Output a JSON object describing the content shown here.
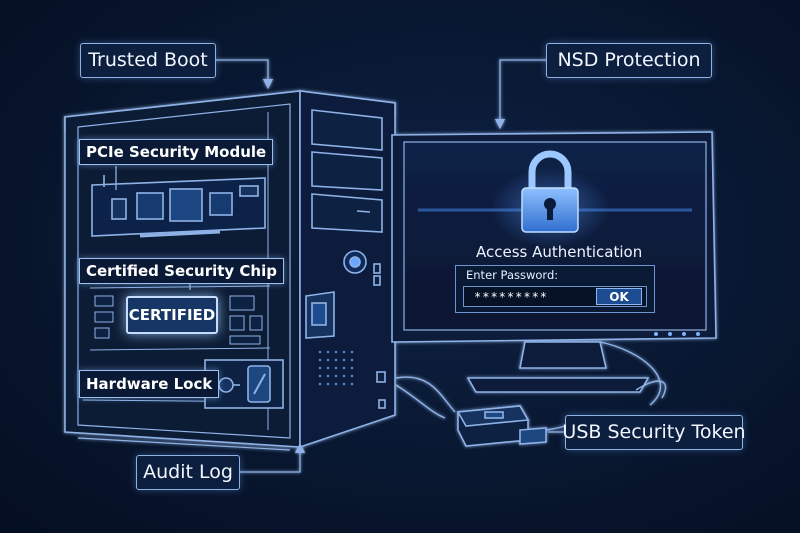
{
  "callouts": {
    "trusted_boot": "Trusted Boot",
    "nsd_protection": "NSD Protection",
    "audit_log": "Audit Log",
    "usb_security_token": "USB Security Token"
  },
  "tower_labels": {
    "pcie_security_module": "PCIe Security Module",
    "certified_security_chip": "Certified Security Chip",
    "certified_badge": "CERTIFIED",
    "hardware_lock": "Hardware Lock"
  },
  "monitor": {
    "auth_title": "Access Authentication",
    "password_label": "Enter Password:",
    "password_value": "*********",
    "ok_button": "OK"
  },
  "icons": [
    "padlock-icon",
    "key-lock-icon",
    "usb-token-icon",
    "power-button-icon"
  ],
  "colors": {
    "background": "#081730",
    "line_glow": "#8fb2e6",
    "accent": "#3d7fd9"
  }
}
